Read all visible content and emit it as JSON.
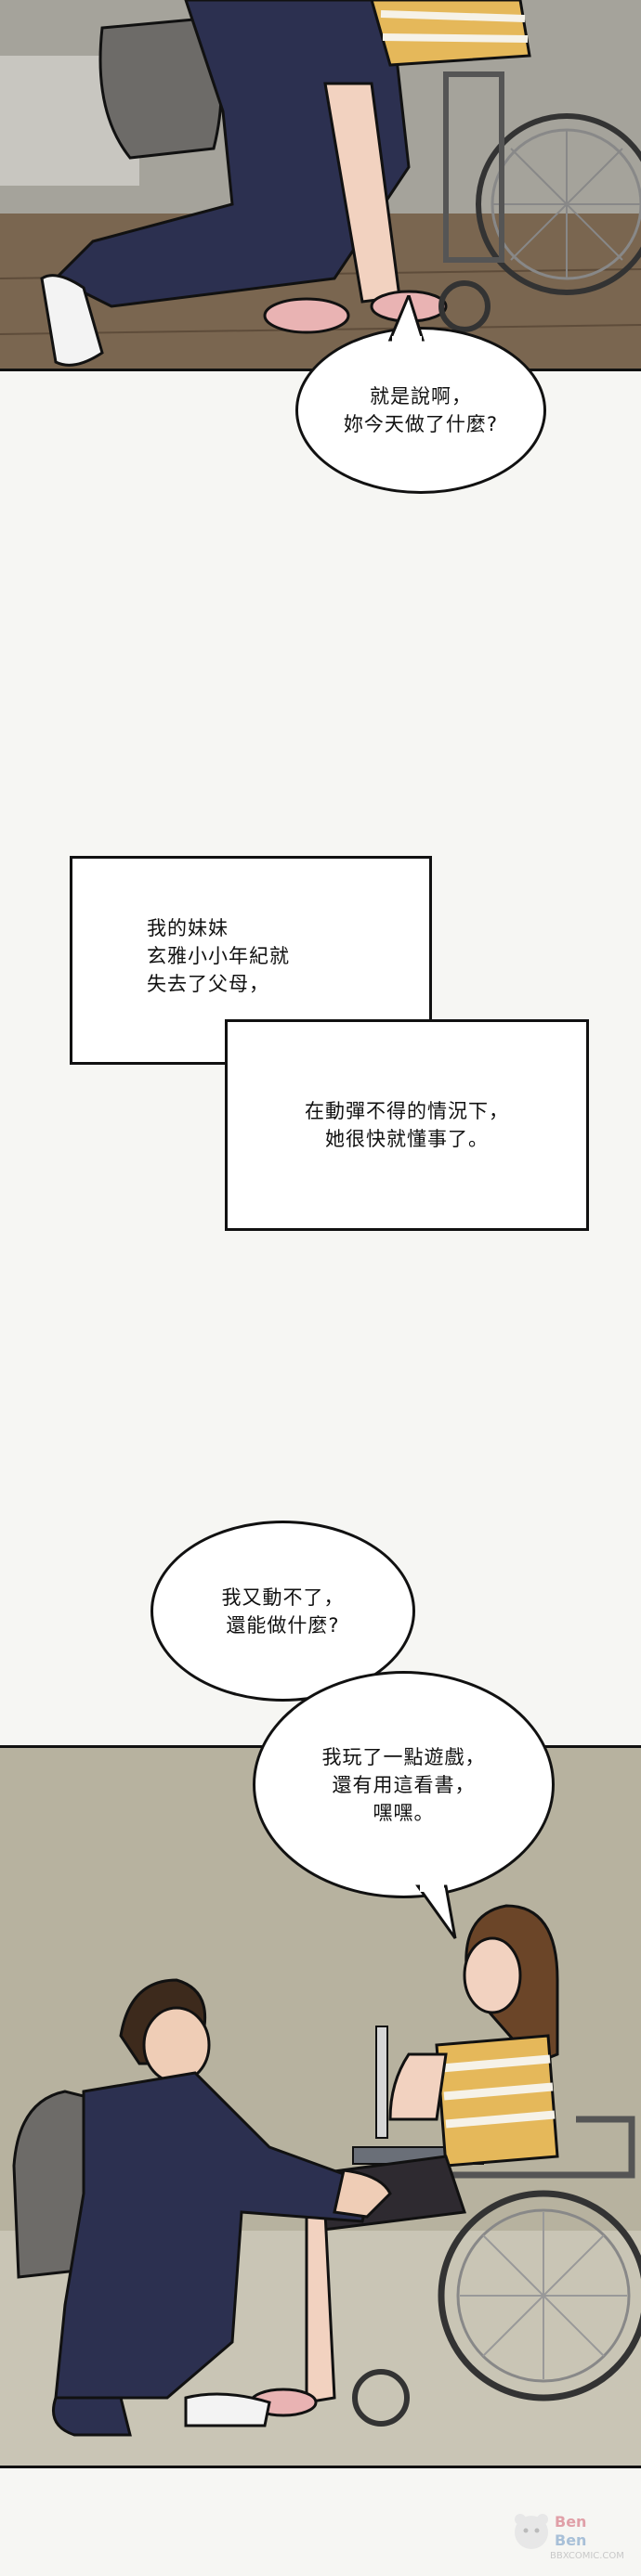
{
  "bubbles": {
    "b1": {
      "lines": [
        "就是說啊，",
        "妳今天做了什麼?"
      ]
    },
    "b2": {
      "lines": [
        "我又動不了，",
        "還能做什麼?"
      ]
    },
    "b3": {
      "lines": [
        "我玩了一點遊戲，",
        "還有用這看書，",
        "嘿嘿。"
      ]
    }
  },
  "narration": {
    "n1": {
      "lines": [
        "我的妹妹",
        "玄雅小小年紀就",
        "失去了父母，"
      ]
    },
    "n2": {
      "lines": [
        "在動彈不得的情況下，",
        "她很快就懂事了。"
      ]
    }
  },
  "watermark": {
    "site": "BBXCOMIC.COM"
  },
  "colors": {
    "ink": "#111111",
    "suit": "#2c3050",
    "stripe": "#e5b85a",
    "hair": "#6b4528"
  }
}
